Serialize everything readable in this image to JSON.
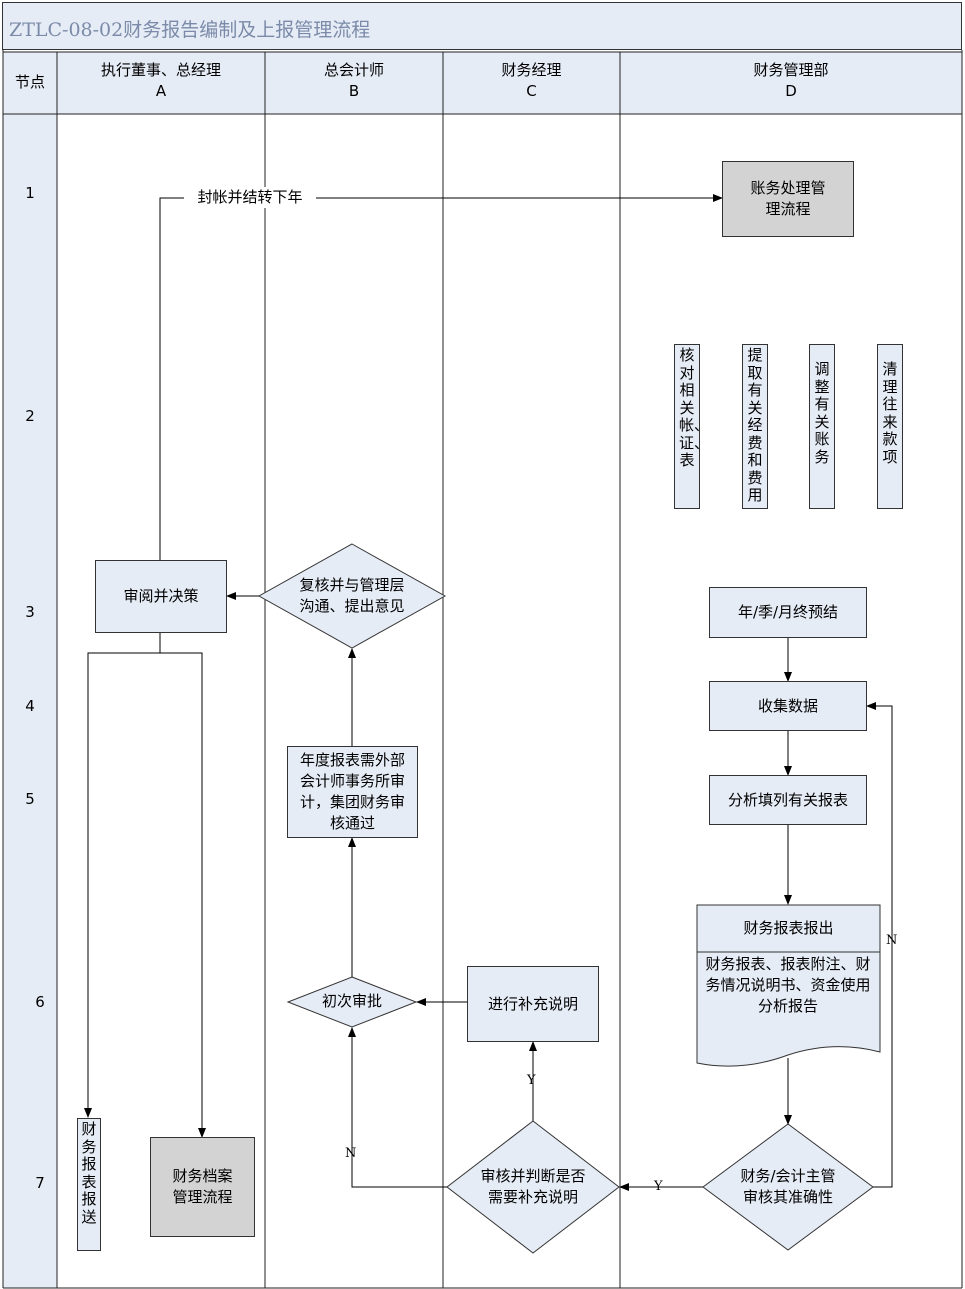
{
  "title": "ZTLC-08-02财务报告编制及上报管理流程",
  "headers": {
    "node": "节点",
    "a": {
      "line1": "执行董事、总经理",
      "line2": "A"
    },
    "b": {
      "line1": "总会计师",
      "line2": "B"
    },
    "c": {
      "line1": "财务经理",
      "line2": "C"
    },
    "d": {
      "line1": "财务管理部",
      "line2": "D"
    }
  },
  "nodes": [
    "1",
    "2",
    "3",
    "4",
    "5",
    "6",
    "7"
  ],
  "boxes": {
    "account_process": "账务处理管理流程",
    "year_end": "年/季/月终预结",
    "collect": "收集数据",
    "analyze": "分析填列有关报表",
    "review_decide": "审阅并决策",
    "annual_audit": "年度报表需外部会计师事务所审计，集团财务审核通过",
    "supplement": "进行补充说明",
    "archive": "财务档案管理流程"
  },
  "vertical_tasks": {
    "check": "核对相关帐、证、表",
    "extract": "提取有关经费和费用",
    "adjust": "调整有关账务",
    "clear": "清理往来款项",
    "submit": "财务报表报送"
  },
  "diamonds": {
    "recheck": {
      "line1": "复核并与管理层",
      "line2": "沟通、提出意见"
    },
    "first_approval": "初次审批",
    "judge": {
      "line1": "审核并判断是否",
      "line2": "需要补充说明"
    },
    "accuracy": {
      "line1": "财务/会计主管",
      "line2": "审核其准确性"
    }
  },
  "document": {
    "header": "财务报表报出",
    "body": "财务报表、报表附注、财务情况说明书、资金使用分析报告"
  },
  "edge_labels": {
    "carry_forward": "封帐并结转下年",
    "n1": "N",
    "n2": "N",
    "y1": "Y",
    "y2": "Y"
  }
}
